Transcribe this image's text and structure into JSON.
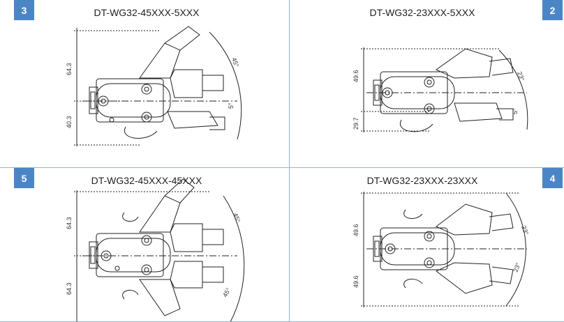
{
  "colors": {
    "badge": "#4a86c5",
    "grid": "#8fb3d3",
    "line": "#222222"
  },
  "panels": [
    {
      "id": "p3",
      "badge": "3",
      "title": "DT-WG32-45XXX-5XXX",
      "dims": [
        "64.3",
        "40.3"
      ],
      "angles": [
        "45°",
        "5°"
      ]
    },
    {
      "id": "p2",
      "badge": "2",
      "title": "DT-WG32-23XXX-5XXX",
      "dims": [
        "49.6",
        "29.7"
      ],
      "angles": [
        "23°",
        "5°"
      ]
    },
    {
      "id": "p5",
      "badge": "5",
      "title": "DT-WG32-45XXX-45XXX",
      "dims": [
        "64.3",
        "64.3"
      ],
      "angles": [
        "45°",
        "45°"
      ]
    },
    {
      "id": "p4",
      "badge": "4",
      "title": "DT-WG32-23XXX-23XXX",
      "dims": [
        "49.6",
        "49.6"
      ],
      "angles": [
        "23°",
        "23°"
      ]
    }
  ]
}
